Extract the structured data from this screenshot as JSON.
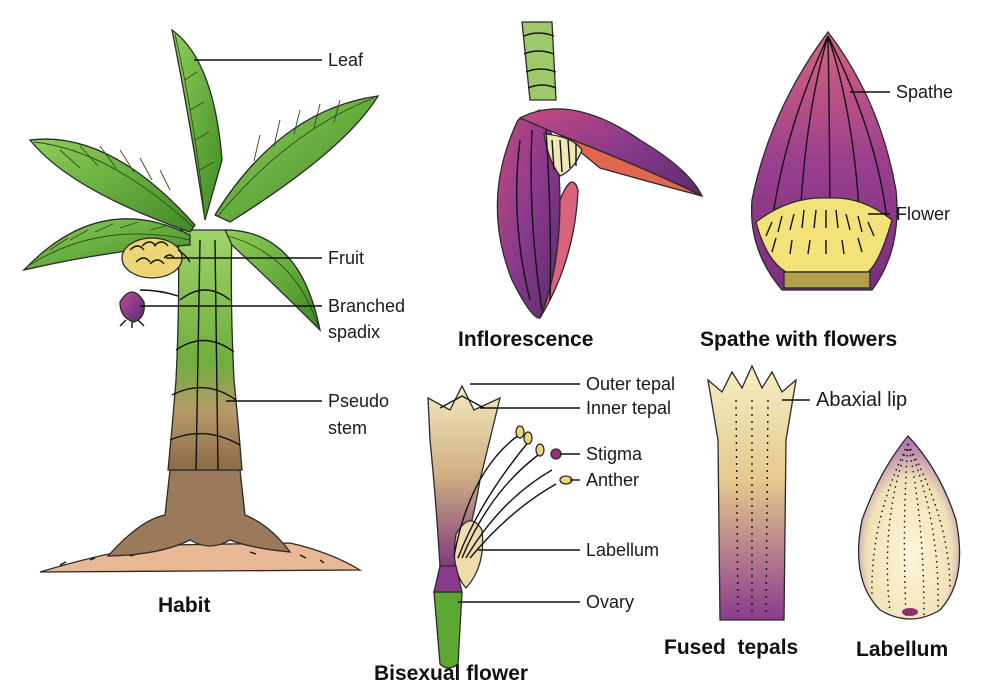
{
  "habit": {
    "caption": "Habit",
    "labels": {
      "leaf": "Leaf",
      "fruit": "Fruit",
      "spadix_1": "Branched",
      "spadix_2": "spadix",
      "stem_1": "Pseudo",
      "stem_2": "stem"
    }
  },
  "inflorescence": {
    "caption": "Inflorescence"
  },
  "spathe": {
    "caption": "Spathe with flowers",
    "labels": {
      "spathe": "Spathe",
      "flower": "Flower"
    }
  },
  "bisexual_flower": {
    "caption": "Bisexual flower",
    "labels": {
      "outer_tepal": "Outer tepal",
      "inner_tepal": "Inner tepal",
      "stigma": "Stigma",
      "anther": "Anther",
      "labellum": "Labellum",
      "ovary": "Ovary"
    }
  },
  "fused_tepals": {
    "caption": "Fused  tepals",
    "labels": {
      "abaxial_lip": "Abaxial lip"
    }
  },
  "labellum": {
    "caption": "Labellum"
  },
  "colors": {
    "leaf_green": "#5da832",
    "dark_green": "#2f6e1d",
    "purple": "#8a3a8c",
    "pink": "#d9637c",
    "cream": "#f2e9b8",
    "yellow": "#e8d46a",
    "soil": "#d9a27c"
  }
}
